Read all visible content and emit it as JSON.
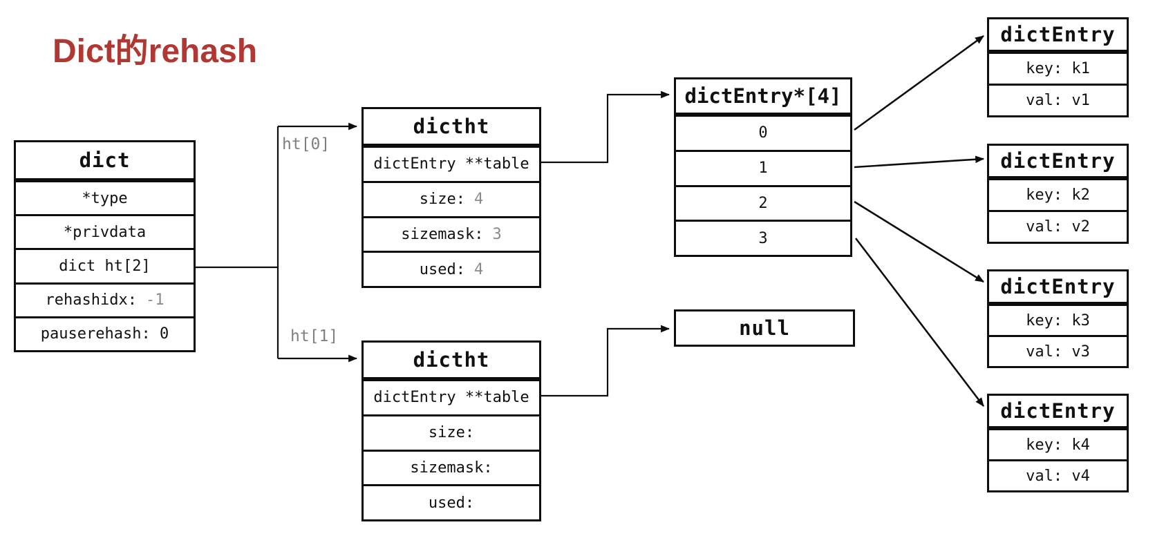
{
  "title": {
    "text": "Dict的rehash"
  },
  "colors": {
    "accent_red": "#b13832",
    "muted_gray": "#8a8a8a",
    "line_black": "#0d0d0d",
    "background": "#ffffff"
  },
  "pointer_labels": {
    "ht0": "ht[0]",
    "ht1": "ht[1]"
  },
  "boxes": {
    "dict": {
      "header": "dict",
      "rows": [
        {
          "label": "*type",
          "value": ""
        },
        {
          "label": "*privdata",
          "value": ""
        },
        {
          "label": "dict ht[2]",
          "value": ""
        },
        {
          "label": "rehashidx:",
          "value": "-1"
        },
        {
          "label": "pauserehash: 0",
          "value": ""
        }
      ]
    },
    "dictht0": {
      "header": "dictht",
      "rows": [
        {
          "label": "dictEntry **table",
          "value": ""
        },
        {
          "label": "size:",
          "value": "4"
        },
        {
          "label": "sizemask:",
          "value": "3"
        },
        {
          "label": "used:",
          "value": "4"
        }
      ]
    },
    "dictht1": {
      "header": "dictht",
      "rows": [
        {
          "label": "dictEntry **table",
          "value": ""
        },
        {
          "label": "size:",
          "value": ""
        },
        {
          "label": "sizemask:",
          "value": ""
        },
        {
          "label": "used:",
          "value": ""
        }
      ]
    },
    "entry_array": {
      "header": "dictEntry*[4]",
      "rows": [
        {
          "label": "0"
        },
        {
          "label": "1"
        },
        {
          "label": "2"
        },
        {
          "label": "3"
        }
      ]
    },
    "null_box": {
      "header": "null"
    },
    "entries": [
      {
        "header": "dictEntry",
        "rows": [
          {
            "label": "key: k1"
          },
          {
            "label": "val: v1"
          }
        ]
      },
      {
        "header": "dictEntry",
        "rows": [
          {
            "label": "key: k2"
          },
          {
            "label": "val: v2"
          }
        ]
      },
      {
        "header": "dictEntry",
        "rows": [
          {
            "label": "key: k3"
          },
          {
            "label": "val: v3"
          }
        ]
      },
      {
        "header": "dictEntry",
        "rows": [
          {
            "label": "key: k4"
          },
          {
            "label": "val: v4"
          }
        ]
      }
    ]
  }
}
